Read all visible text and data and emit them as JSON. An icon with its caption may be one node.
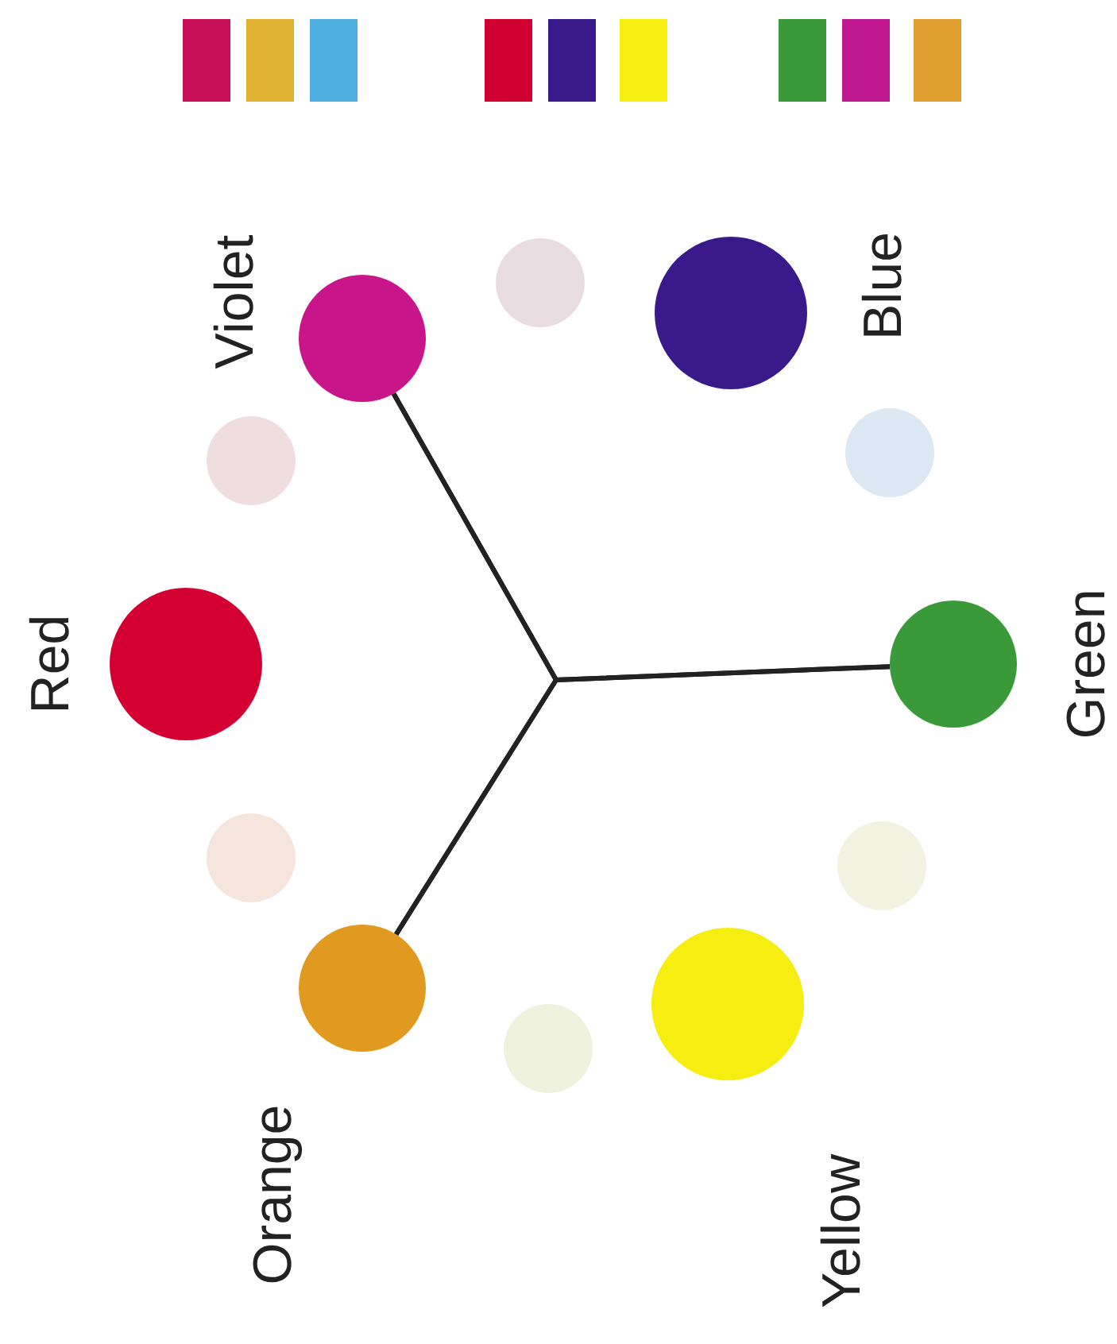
{
  "diagram": {
    "nodes": [
      {
        "text": [],
        "shape": "circle",
        "beside": [
          "Violet"
        ]
      },
      {
        "text": [],
        "shape": "circle",
        "beside": [
          "Blue"
        ]
      },
      {
        "text": [],
        "shape": "circle",
        "beside": [
          "Red"
        ]
      },
      {
        "text": [],
        "shape": "circle",
        "beside": [
          "Green"
        ]
      },
      {
        "text": [],
        "shape": "circle",
        "beside": [
          "Orange"
        ]
      },
      {
        "text": [],
        "shape": "circle",
        "beside": [
          "Yellow"
        ]
      }
    ],
    "edges": [
      {
        "from": 0,
        "to": 3,
        "arrow": "none"
      },
      {
        "from": 0,
        "to": 4,
        "arrow": "none"
      },
      {
        "from": 3,
        "to": 4,
        "arrow": "none"
      }
    ]
  }
}
